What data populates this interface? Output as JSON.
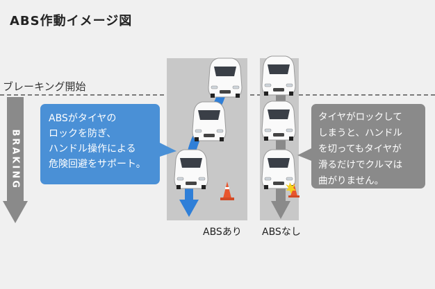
{
  "title": "ABS作動イメージ図",
  "brake_start_label": "ブレーキング開始",
  "braking_arrow_label": "BRAKING",
  "abs_bubble": {
    "lines": [
      "ABSがタイヤの",
      "ロックを防ぎ、",
      "ハンドル操作による",
      "危険回避をサポート。"
    ]
  },
  "noabs_bubble": {
    "lines": [
      "タイヤがロックして",
      "しまうと、ハンドル",
      "を切ってもタイヤが",
      "滑るだけでクルマは",
      "曲がりません。"
    ]
  },
  "lane_labels": {
    "abs": "ABSあり",
    "noabs": "ABSなし"
  },
  "colors": {
    "blue_arrow": "#2f7fd8",
    "gray_arrow": "#8a8a8a",
    "bubble_blue": "#4a90d6",
    "bubble_gray": "#8a8a8a",
    "cone_orange": "#e8552d"
  }
}
